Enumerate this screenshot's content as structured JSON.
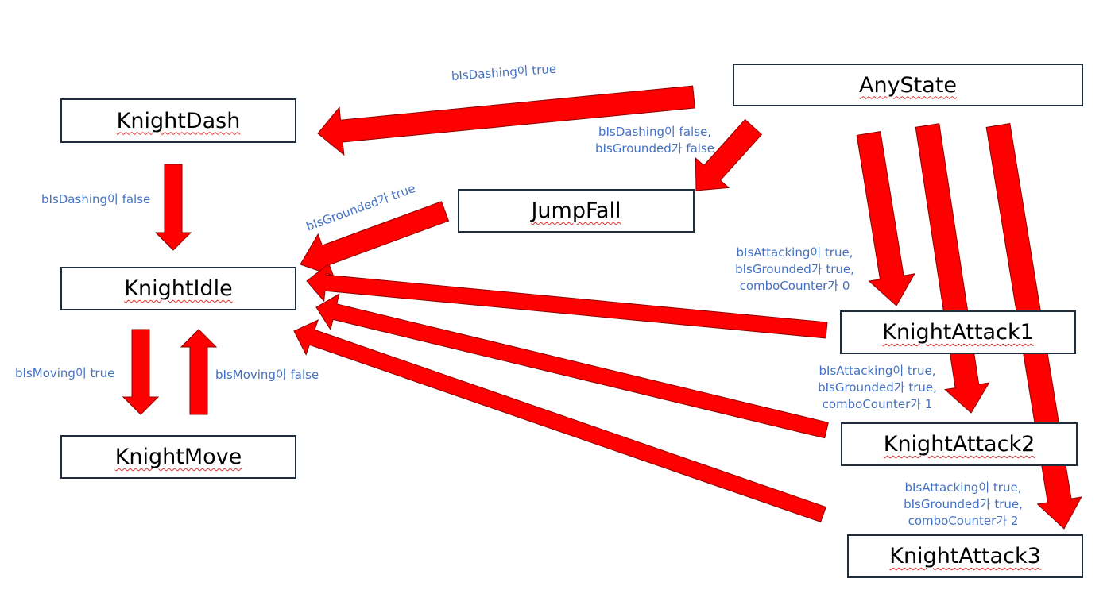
{
  "colors": {
    "arrow": "#ff0000",
    "arrow_stroke": "#8b0000",
    "label": "#4472c4",
    "box_border": "#1f2d3d"
  },
  "states": {
    "any": "AnyState",
    "dash": "KnightDash",
    "jumpfall": "JumpFall",
    "idle": "KnightIdle",
    "move": "KnightMove",
    "attack1": "KnightAttack1",
    "attack2": "KnightAttack2",
    "attack3": "KnightAttack3"
  },
  "labels": {
    "any_to_dash": [
      "bIsDashing이 true"
    ],
    "any_to_jumpfall": [
      "bIsDashing이 false,",
      "bIsGrounded가 false"
    ],
    "dash_to_idle": [
      "bIsDashing이 false"
    ],
    "jumpfall_to_idle": [
      "bIsGrounded가 true"
    ],
    "idle_to_move": [
      "bIsMoving이 true"
    ],
    "move_to_idle": [
      "bIsMoving이 false"
    ],
    "any_to_attack1": [
      "bIsAttacking이 true,",
      "bIsGrounded가 true,",
      "comboCounter가 0"
    ],
    "any_to_attack2": [
      "bIsAttacking이 true,",
      "bIsGrounded가 true,",
      "comboCounter가 1"
    ],
    "any_to_attack3": [
      "bIsAttacking이 true,",
      "bIsGrounded가 true,",
      "comboCounter가 2"
    ]
  }
}
